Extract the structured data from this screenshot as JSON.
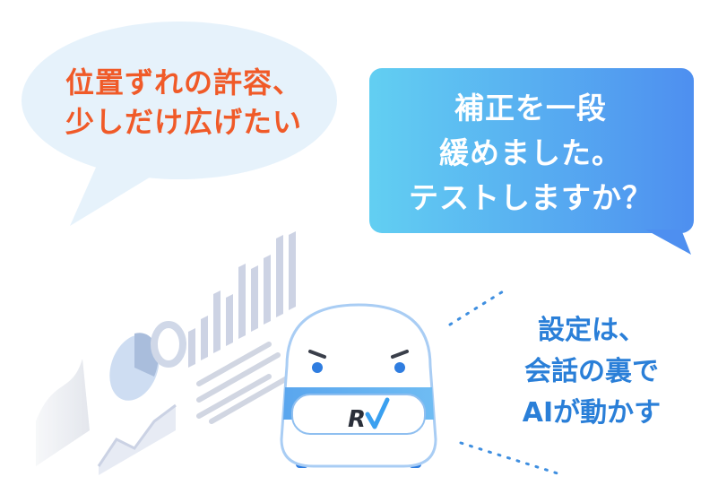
{
  "left_bubble": {
    "lines": [
      "位置ずれの許容、",
      "少しだけ広げたい"
    ],
    "text_color": "#f05a28",
    "fill_color": "#e6f2fb"
  },
  "right_bubble": {
    "lines": [
      "補正を一段",
      "緩めました。",
      "テストしますか？"
    ],
    "gradient_start": "#62cff2",
    "gradient_end": "#4e8ff0"
  },
  "caption": {
    "lines": [
      "設定は、",
      "会話の裏で",
      "AIが動かす"
    ],
    "text_color": "#2a7fd8"
  },
  "robot": {
    "logo_letter": "R",
    "band_color": "#5aa6ee"
  }
}
